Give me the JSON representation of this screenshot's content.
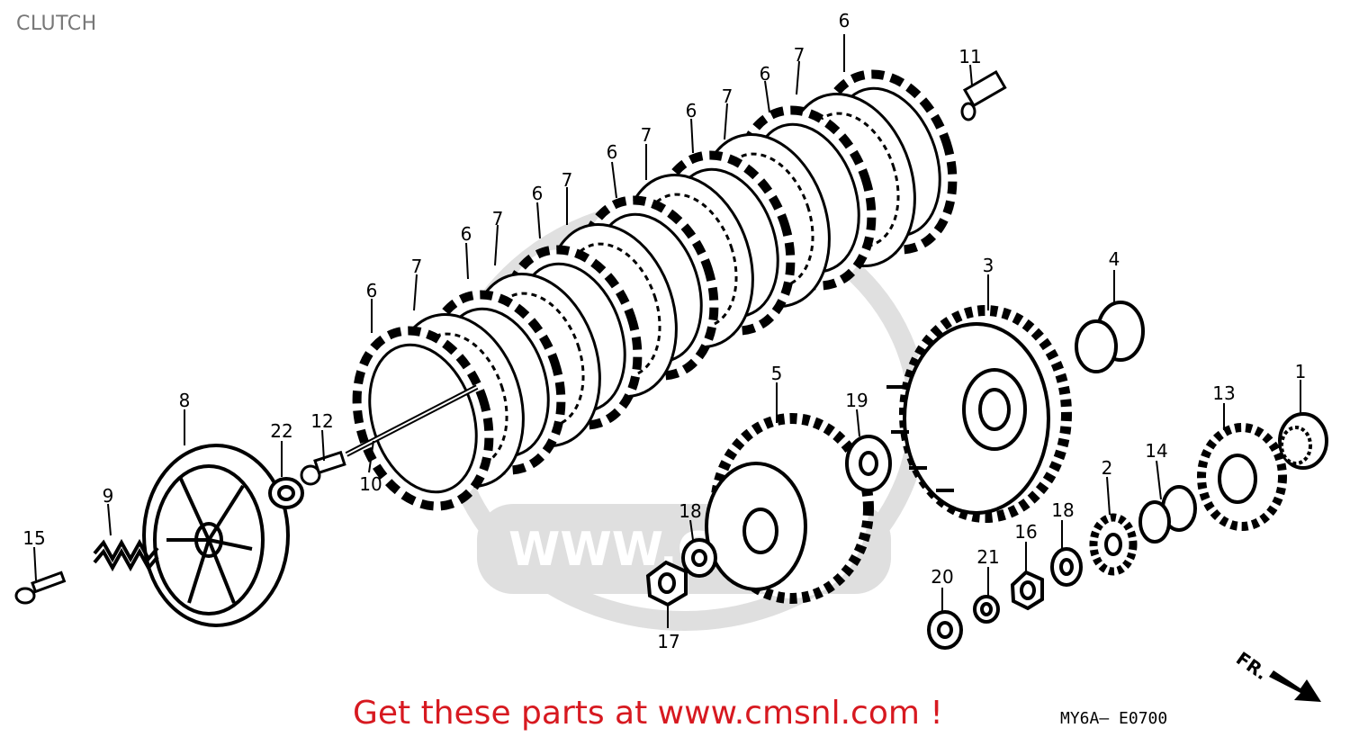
{
  "title": "CLUTCH",
  "footer": {
    "cta": "Get these parts at www.cmsnl.com !",
    "diagram_code": "MY6A— E0700"
  },
  "watermark": {
    "url_text": "WWW.CMS"
  },
  "direction_label": "FR.",
  "callouts": [
    "6",
    "7",
    "6",
    "7",
    "6",
    "7",
    "6",
    "7",
    "6",
    "7",
    "6",
    "7",
    "6",
    "11",
    "3",
    "4",
    "5",
    "19",
    "8",
    "22",
    "12",
    "10",
    "9",
    "15",
    "18",
    "17",
    "1",
    "13",
    "14",
    "2",
    "18",
    "16",
    "21",
    "20"
  ]
}
